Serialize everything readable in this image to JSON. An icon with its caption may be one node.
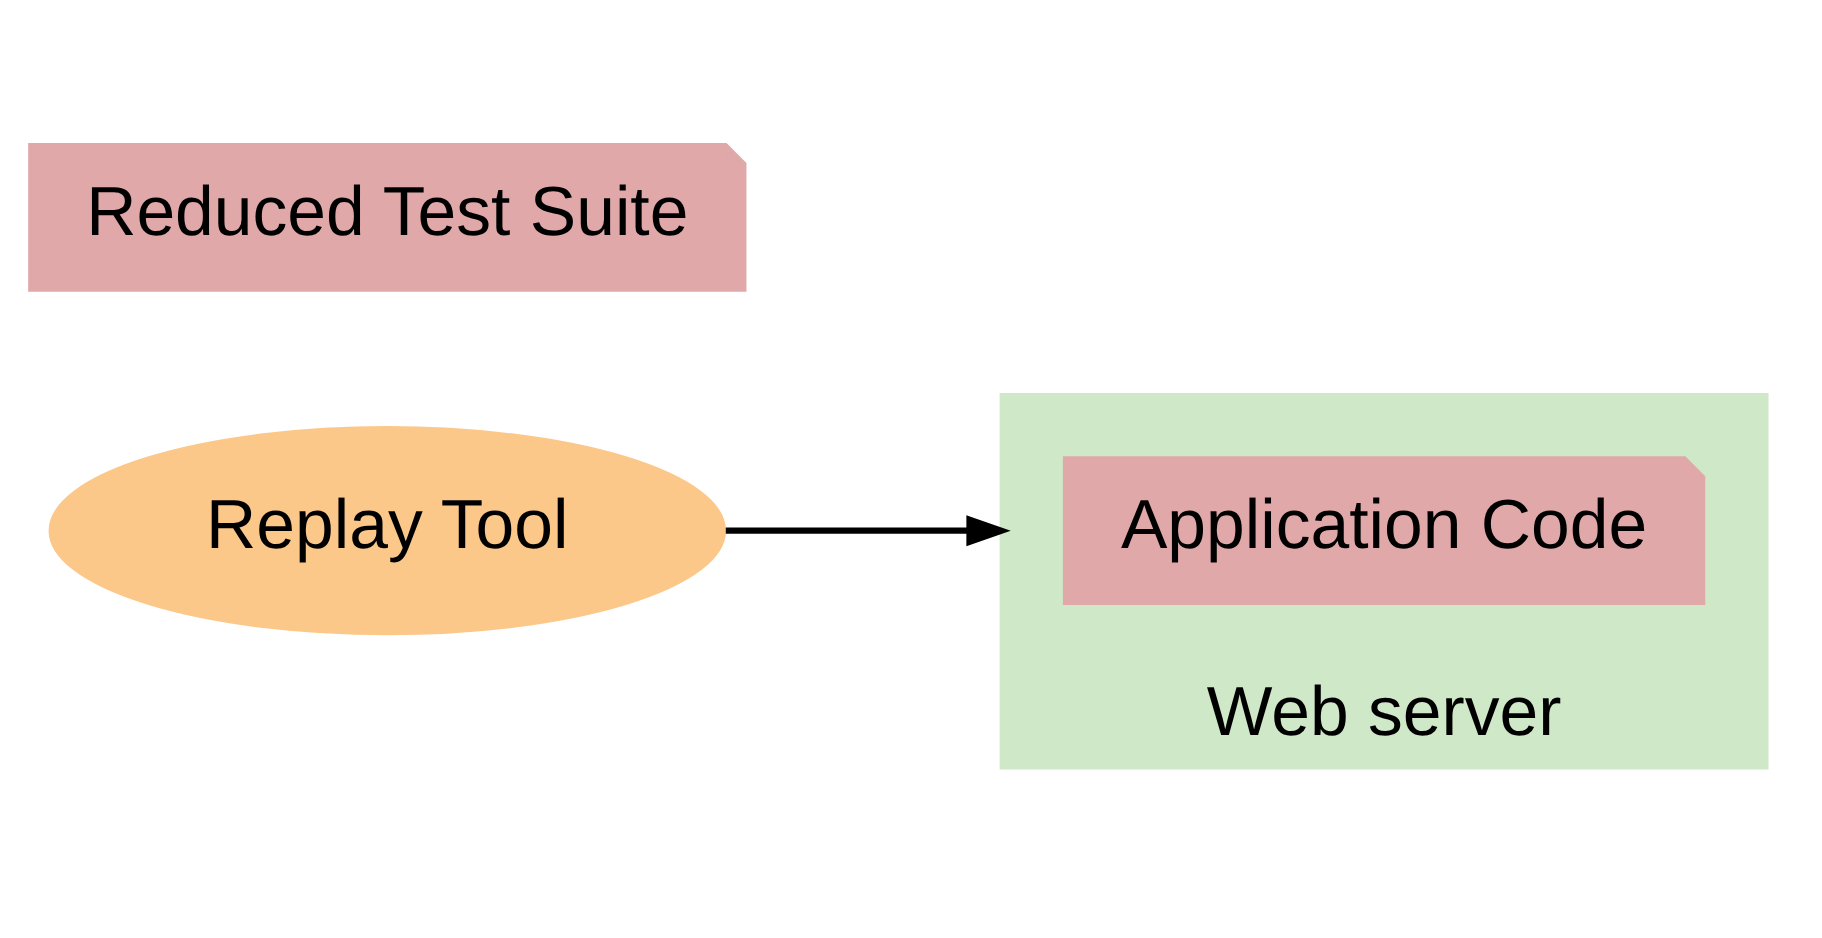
{
  "diagram": {
    "nodes": [
      {
        "text": [
          "Replay Tool"
        ]
      },
      {
        "text": [
          "Reduced Test Suite"
        ]
      },
      {
        "text": [
          "Web server"
        ]
      },
      {
        "text": [
          "Application Code"
        ],
        "in": 2
      }
    ],
    "edges": [
      {
        "from": 0,
        "to": 2,
        "arrow": "to"
      }
    ]
  }
}
